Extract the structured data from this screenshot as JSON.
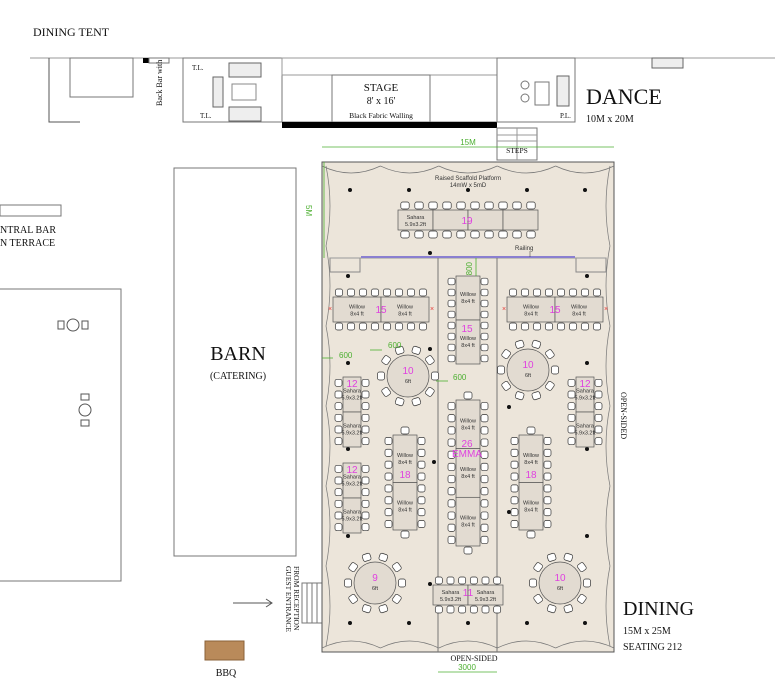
{
  "labels": {
    "dining_tent": "DINING TENT",
    "back_bar": "Back Bar with",
    "tl1": "T.L.",
    "tl2": "T.L.",
    "pl": "P.L.",
    "stage": "STAGE",
    "stage_size": "8' x 16'",
    "black_fabric": "Black Fabric Walling",
    "dance": "DANCE",
    "dance_size": "10M x 20M",
    "steps": "STEPS",
    "central_bar_1": "NTRAL BAR",
    "central_bar_2": "N TERRACE",
    "barn": "BARN",
    "catering": "(CATERING)",
    "platform_1": "Raised Scaffold Platform",
    "platform_2": "14mW x 5mD",
    "railing": "Railing",
    "guest_entrance_1": "GUEST ENTRANCE",
    "guest_entrance_2": "FROM RECEPTION",
    "open_sided_right": "OPEN-SIDED",
    "open_sided_bottom": "OPEN-SIDED",
    "bbq": "BBQ",
    "dining": "DINING",
    "dining_size": "15M x 25M",
    "seating": "SEATING 212"
  },
  "dimensions": {
    "width_15m": "15M",
    "depth_5m": "5M",
    "d600_a": "600",
    "d600_b": "600",
    "d600_c": "600",
    "d800": "800",
    "d3000": "3000"
  },
  "tables": [
    {
      "type": "Sahara",
      "size": "5.9x3.2ft",
      "number": "19"
    },
    {
      "type": "Willow",
      "size": "8x4 ft",
      "number": "15"
    },
    {
      "type": "Willow",
      "size": "8x4 ft",
      "number": "15"
    },
    {
      "type": "Willow",
      "size": "8x4 ft",
      "number": "15"
    },
    {
      "type": "Willow",
      "size": "8x4 ft",
      "number": "26",
      "name": "EMMA"
    },
    {
      "type": "Round",
      "size": "6ft",
      "number": "10"
    },
    {
      "type": "Round",
      "size": "6ft",
      "number": "10"
    },
    {
      "type": "Sahara",
      "size": "5.9x3.2ft",
      "number": "12"
    },
    {
      "type": "Sahara",
      "size": "5.9x3.2ft",
      "number": "12"
    },
    {
      "type": "Sahara",
      "size": "5.9x3.2ft",
      "number": "12"
    },
    {
      "type": "Willow",
      "size": "8x4 ft",
      "number": "18"
    },
    {
      "type": "Willow",
      "size": "8x4 ft",
      "number": "18"
    },
    {
      "type": "Round",
      "size": "6ft",
      "number": "9"
    },
    {
      "type": "Round",
      "size": "6ft",
      "number": "10"
    },
    {
      "type": "Sahara",
      "size": "5.9x3.2ft",
      "number": "11"
    }
  ],
  "colors": {
    "tent": "#ece5da",
    "table": "#e2dbd1",
    "accent_number": "#e040e0",
    "dimension": "#4caf30",
    "railing": "#8a7fd0",
    "bbq": "#b98a5a"
  }
}
